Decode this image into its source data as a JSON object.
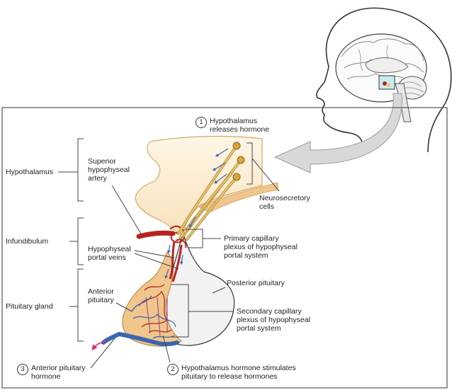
{
  "labels": {
    "hypothalamus": "Hypothalamus",
    "infundibulum": "Infundibulum",
    "pituitary_gland": "Pituitary gland",
    "superior_artery": "Superior\nhypophyseal\nartery",
    "portal_veins": "Hypophyseal\nportal veins",
    "anterior_pituitary": "Anterior\npituitary",
    "neurosecretory": "Neurosecretory\ncells",
    "primary_plexus": "Primary capillary\nplexus of hypophyseal\nportal system",
    "posterior_pituitary": "Posterior pituitary",
    "secondary_plexus": "Secondary capillary\nplexus of hypophyseal\nportal system"
  },
  "steps": [
    {
      "number": "1",
      "text": "Hypothalamus\nreleases hormone"
    },
    {
      "number": "2",
      "text": "Hypothalamus hormone stimulates\npituitary to release hormones"
    },
    {
      "number": "3",
      "text": "Anterior pituitary\nhormone"
    }
  ],
  "colors": {
    "artery": "#b8231c",
    "vein": "#3a66b0",
    "gland": "#f0c68c",
    "posterior": "#eeeeee",
    "axon": "#d9b45a",
    "hormone_arrow": "#d62c7a",
    "head_arrow": "#d8d8d8"
  }
}
